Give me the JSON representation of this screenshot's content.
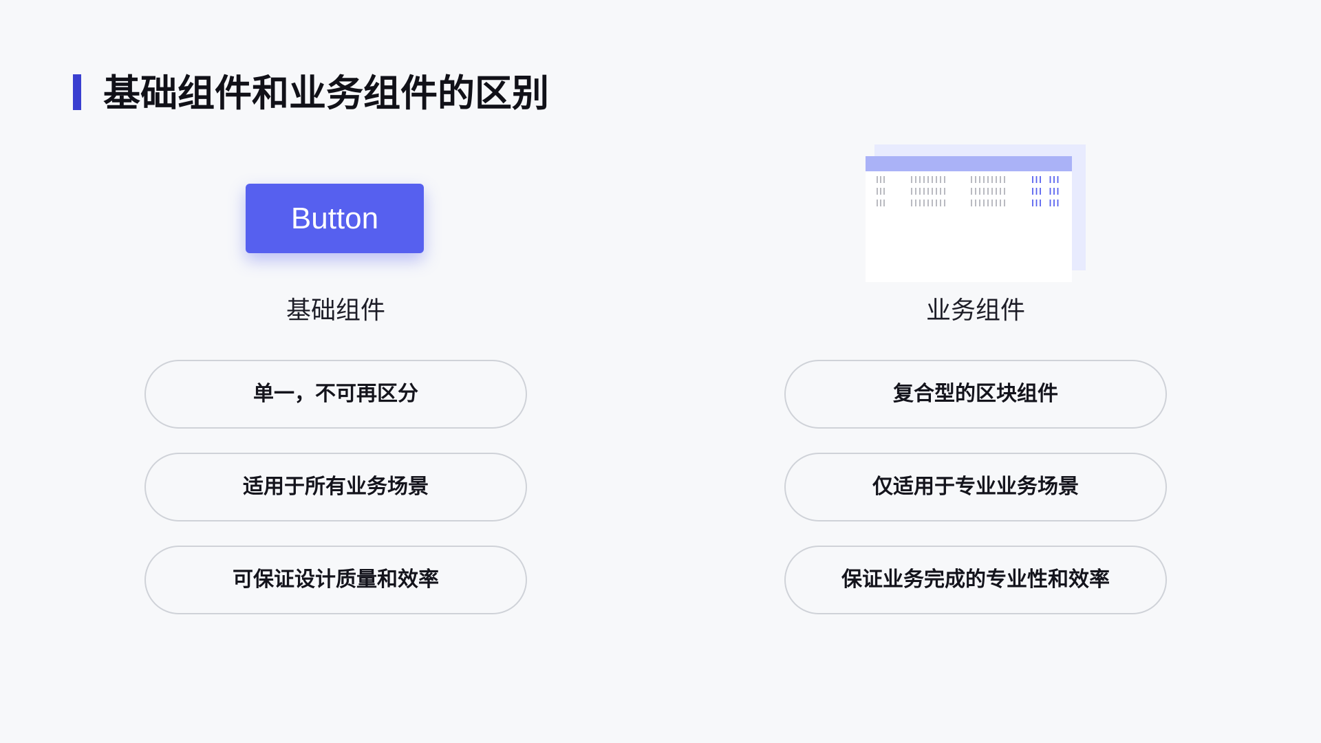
{
  "page": {
    "title": "基础组件和业务组件的区别"
  },
  "basic": {
    "demo_button_label": "Button",
    "label": "基础组件",
    "points": [
      "单一，不可再区分",
      "适用于所有业务场景",
      "可保证设计质量和效率"
    ]
  },
  "business": {
    "label": "业务组件",
    "points": [
      "复合型的区块组件",
      "仅适用于专业业务场景",
      "保证业务完成的专业性和效率"
    ]
  },
  "colors": {
    "accent": "#3a3fd0",
    "button": "#5660ef",
    "block_header": "#aab2f7",
    "block_back": "#e8ebfe",
    "pill_border": "#cfd2d8",
    "background": "#f7f8fa"
  }
}
